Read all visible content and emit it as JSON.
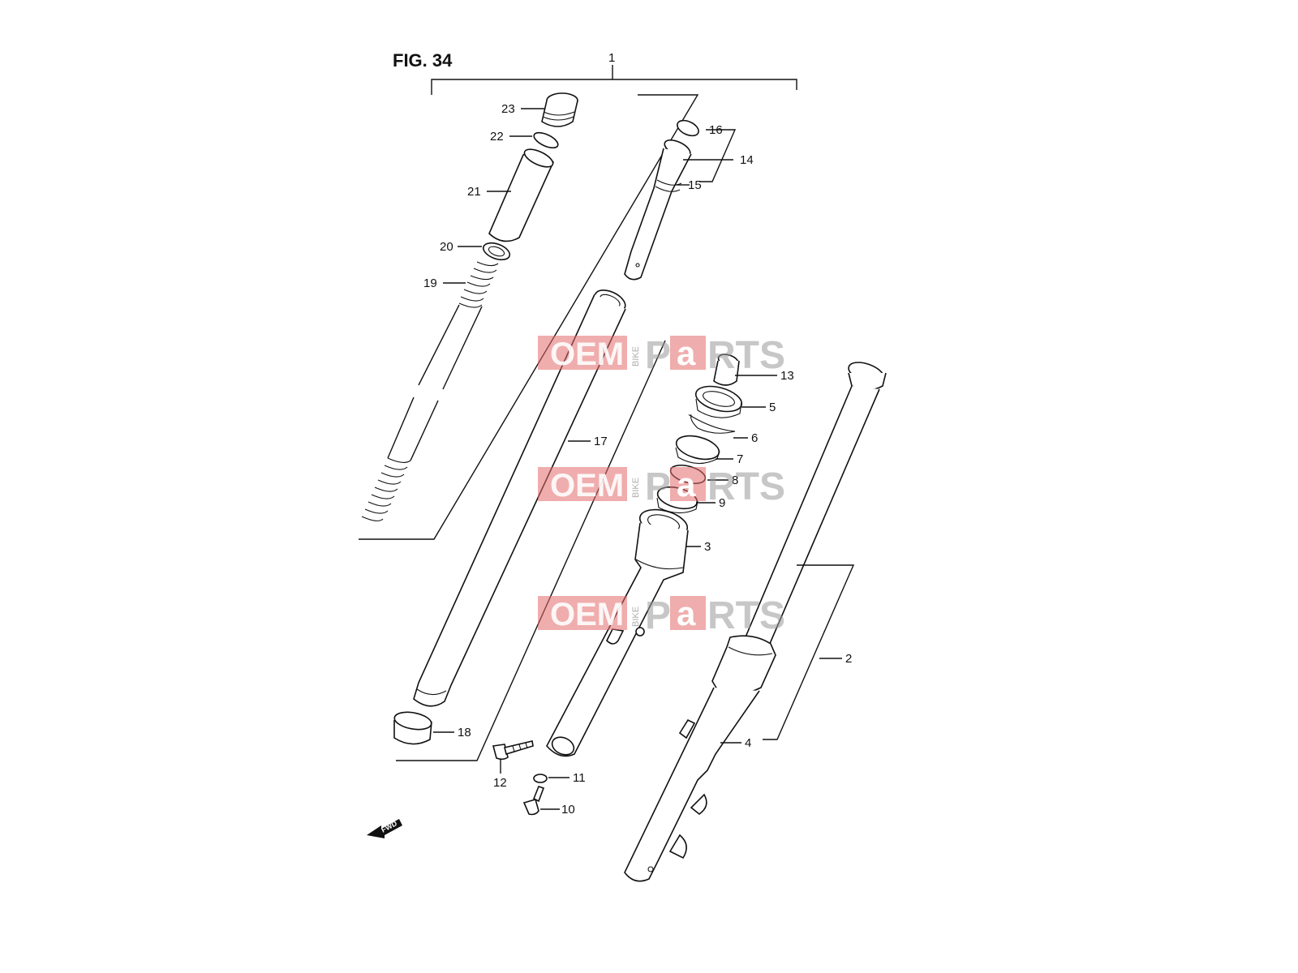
{
  "figure": {
    "title": "FIG. 34",
    "direction_marker": "FWD"
  },
  "watermark": {
    "part1": "OEM",
    "part2": "BIKE",
    "part3": "P",
    "part4": "a",
    "part5": "RTS"
  },
  "callouts": [
    {
      "number": "1"
    },
    {
      "number": "2"
    },
    {
      "number": "3"
    },
    {
      "number": "4"
    },
    {
      "number": "5"
    },
    {
      "number": "6"
    },
    {
      "number": "7"
    },
    {
      "number": "8"
    },
    {
      "number": "9"
    },
    {
      "number": "10"
    },
    {
      "number": "11"
    },
    {
      "number": "12"
    },
    {
      "number": "13"
    },
    {
      "number": "14"
    },
    {
      "number": "15"
    },
    {
      "number": "16"
    },
    {
      "number": "17"
    },
    {
      "number": "18"
    },
    {
      "number": "19"
    },
    {
      "number": "20"
    },
    {
      "number": "21"
    },
    {
      "number": "22"
    },
    {
      "number": "23"
    }
  ]
}
